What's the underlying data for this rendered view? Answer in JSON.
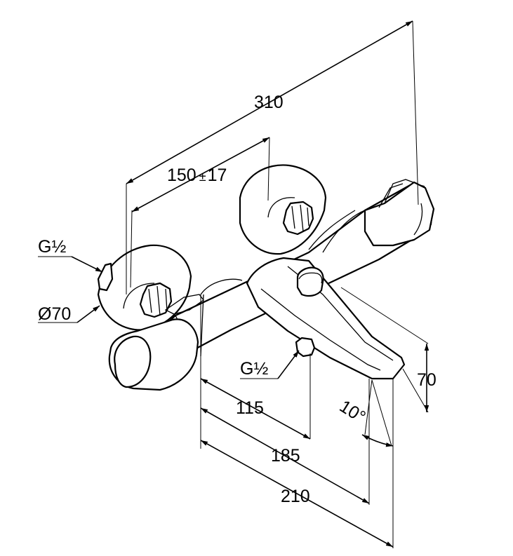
{
  "dimensions": {
    "overall_width": "310",
    "centers_base": "150",
    "centers_tolerance_sign": "±",
    "centers_tolerance": "17",
    "to_valve": "115",
    "to_spout_front": "185",
    "to_spout_tip": "210",
    "spout_height": "70",
    "spout_angle": "10°"
  },
  "labels": {
    "inlet_thread": "G½",
    "outlet_thread": "G½",
    "rosette_diameter": "Ø70"
  },
  "colors": {
    "line": "#000000",
    "background": "#ffffff"
  }
}
